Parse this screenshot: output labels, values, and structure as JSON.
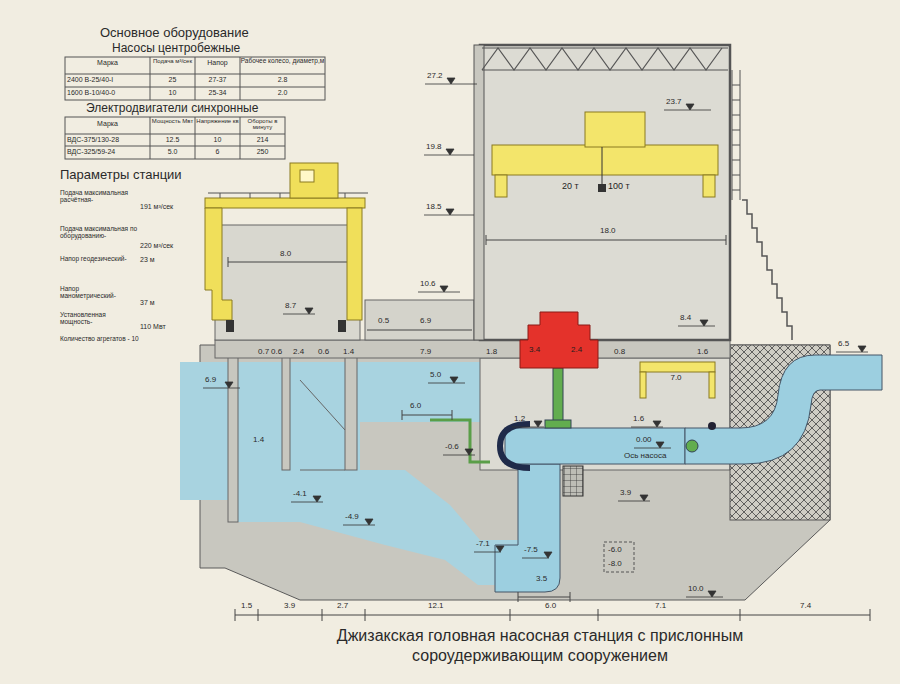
{
  "diagram": {
    "caption": "Джизакская головная насосная станция с прислонным сороудерживающим сооружением",
    "nodes": [
      {
        "text": [
          "3.4",
          "2.4"
        ]
      },
      {
        "text": [
          "20 т",
          "100 т"
        ]
      },
      {
        "text": [
          "7.0"
        ]
      }
    ],
    "labels": [
      "Основное оборудование",
      "Насосы центробежные",
      "Марка",
      "Подача м³/сек",
      "Напор",
      "Рабочее колесо, диаметр,м",
      "2400 В-25/40-I",
      "25",
      "27-37",
      "2.8",
      "1600 В-10/40-0",
      "10",
      "25-34",
      "2.0",
      "Электродвигатели синхронные",
      "Марка",
      "Мощность Мвт",
      "Напряжение кв",
      "Обороты в минуту",
      "ВДС-375/130-28",
      "12.5",
      "10",
      "214",
      "ВДС-325/59-24",
      "5.0",
      "6",
      "250",
      "Параметры станции",
      "Подача максимальная расчётная-",
      "191 м³/сек",
      "Подача максимальная по оборудованию-",
      "220 м³/сек",
      "Напор геодезический-",
      "23 м",
      "Напор манометрический-",
      "37 м",
      "Установленная мощность-",
      "110 Мвт",
      "Количество агрегатов - 10",
      "27.2",
      "19.8",
      "18.5",
      "23.7",
      "18.0",
      "8.0",
      "10.6",
      "8.7",
      "0.5",
      "6.9",
      "8.4",
      "0.7",
      "0.6",
      "2.4",
      "0.6",
      "1.4",
      "7.9",
      "1.8",
      "0.8",
      "1.6",
      "6.9",
      "5.0",
      "6.0",
      "6.5",
      "1.2",
      "-0.6",
      "1.6",
      "0.00",
      "Ось насоса",
      "1.4",
      "-4.1",
      "-4.9",
      "3.9",
      "-7.1",
      "-7.5",
      "3.5",
      "-6.0",
      "-8.0",
      "10.0",
      "1.5",
      "3.9",
      "2.7",
      "12.1",
      "6.0",
      "7.1",
      "7.4"
    ]
  }
}
